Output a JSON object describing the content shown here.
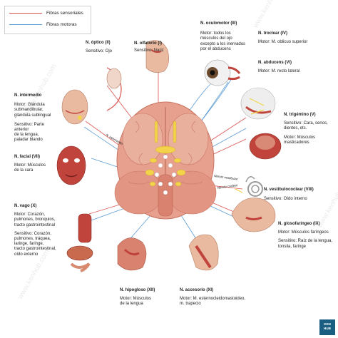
{
  "legend": {
    "sensory_label": "Fibras sensoriales",
    "motor_label": "Fibras motoras",
    "sensory_color": "#d9534f",
    "motor_color": "#5b9bd5"
  },
  "nerves": {
    "olfatorio": {
      "name": "N. olfatorio (I)",
      "line1": "Sensitivo: Nariz"
    },
    "optico": {
      "name": "N. óptico (II)",
      "line1": "Sensitivo: Ojo"
    },
    "oculomotor": {
      "name": "N. oculomotor (III)",
      "line1": "Motor: todos los",
      "line2": "músculos del ojo",
      "line3": "excepto a los inervados",
      "line4": "por el abducens"
    },
    "troclear": {
      "name": "N. troclear (IV)",
      "line1": "Motor: M. oblicuo superior"
    },
    "abducens": {
      "name": "N. abducens (VI)",
      "line1": "Motor: M. recto lateral"
    },
    "intermedio": {
      "name": "N. intermedio",
      "m1": "Motor: Glándula",
      "m2": "submandibular,",
      "m3": "glándula sublingual",
      "s1": "Sensitivo: Parte",
      "s2": "anterior",
      "s3": "de la lengua,",
      "s4": "paladar blando"
    },
    "trigemino": {
      "name": "N. trigémino (V)",
      "s1": "Sensitivo: Cara, senos,",
      "s2": "dientes, etc.",
      "m1": "Motor: Músculos",
      "m2": "masticadores"
    },
    "facial": {
      "name": "N. facial (VII)",
      "m1": "Motor: Músculos",
      "m2": "de la cara"
    },
    "vestibulococlear": {
      "name": "N. vestibulococlear (VIII)",
      "line1": "Sensitivo: Oído interno"
    },
    "vago": {
      "name": "N. vago (X)",
      "m1": "Motor: Corazón,",
      "m2": "pulmones, bronquios,",
      "m3": "tracto gastrointestinal",
      "s1": "Sensitivo: Corazón,",
      "s2": "pulmones, tráquea,",
      "s3": "laringe, faringe,",
      "s4": "tracto gastrointestinal,",
      "s5": "oído externo"
    },
    "glosofaringeo": {
      "name": "N. glosofaríngeo (IX)",
      "m1": "Motor: Músculos faríngeos",
      "s1": "Sensitivo: Raíz de la lengua,",
      "s2": "tonsila, faringe"
    },
    "hipogloso": {
      "name": "N. hipogloso (XII)",
      "m1": "Motor: Músculos",
      "m2": "de la lengua"
    },
    "accesorio": {
      "name": "N. accesorio (XI)",
      "m1": "Motor: M. esternocleidomastoideo,",
      "m2": "m. trapecio"
    }
  },
  "watermark": "www.kenhub.com",
  "brand": {
    "line1": "KEN",
    "line2": "HUB"
  },
  "colors": {
    "brain": "#e8a08e",
    "brain_dark": "#c97462",
    "nerve": "#f2d34a",
    "skin": "#e9b9a0",
    "muscle": "#c0443b"
  }
}
